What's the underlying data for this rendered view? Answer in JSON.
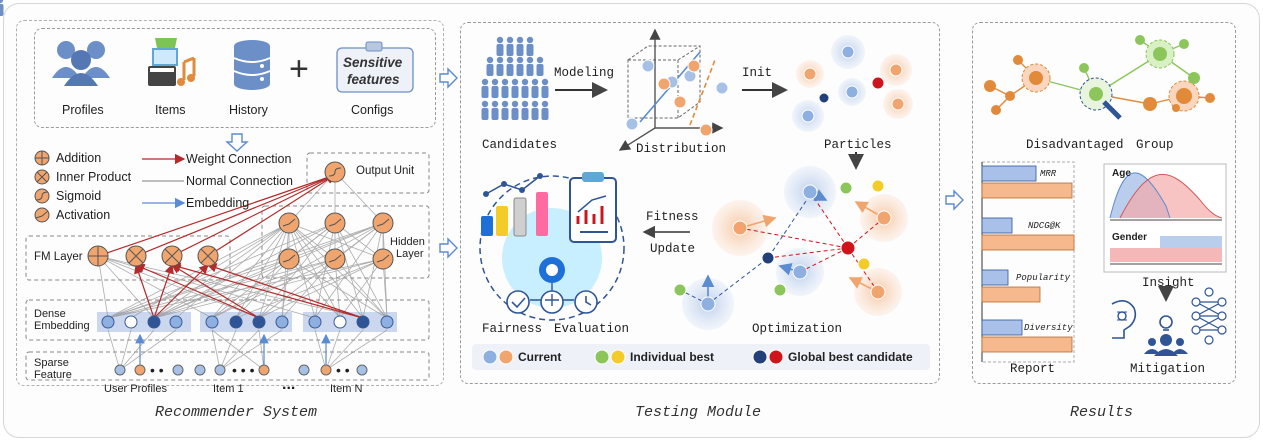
{
  "inputs": {
    "profiles": "Profiles",
    "items": "Items",
    "history": "History",
    "plus": "+",
    "sensitive_line1": "Sensitive",
    "sensitive_line2": "features",
    "configs": "Configs"
  },
  "legend": {
    "addition": "Addition",
    "inner_product": "Inner Product",
    "sigmoid": "Sigmoid",
    "activation": "Activation",
    "weight_connection": "Weight Connection",
    "normal_connection": "Normal Connection",
    "embedding": "Embedding"
  },
  "network": {
    "output_unit": "Output Unit",
    "hidden_layer_1": "Hidden",
    "hidden_layer_2": "Layer",
    "fm_layer": "FM Layer",
    "dense_1": "Dense",
    "dense_2": "Embedding",
    "sparse_1": "Sparse",
    "sparse_2": "Feature",
    "user_profiles": "User Profiles",
    "item_1": "Item 1",
    "item_n": "Item N",
    "ellipsis": "...",
    "dots": "• •",
    "big_dots": "• • •"
  },
  "captions": {
    "recommender": "Recommender System",
    "testing": "Testing Module",
    "results": "Results"
  },
  "testing": {
    "candidates": "Candidates",
    "modeling": "Modeling",
    "distribution": "Distribution",
    "init": "Init",
    "particles": "Particles",
    "fitness": "Fitness",
    "update": "Update",
    "fairness": "Fairness",
    "evaluation": "Evaluation",
    "optimization": "Optimization",
    "legend_current": "Current",
    "legend_individual": "Individual best",
    "legend_global": "Global best candidate"
  },
  "results": {
    "disadvantaged": "Disadvantaged",
    "group": "Group",
    "report": "Report",
    "insight": "Insight",
    "mitigation": "Mitigation",
    "age": "Age",
    "gender": "Gender",
    "metrics": [
      "MRR",
      "NDCG@K",
      "Popularity",
      "Diversity"
    ]
  },
  "colors": {
    "orange": "#f0a56f",
    "light_orange": "#f9d6bd",
    "blue": "#5b8bd0",
    "light_blue": "#b9cdec",
    "navy": "#23407a",
    "red": "#d0141c",
    "green": "#8cc65a",
    "yellow": "#f3cc2a",
    "dark_red_line": "#b52a2a"
  }
}
